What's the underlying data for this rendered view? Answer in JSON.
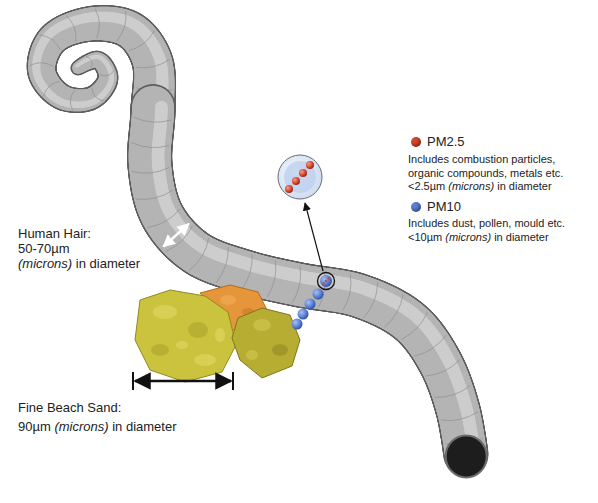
{
  "diagram": {
    "labels": [
      "Includes combustion particles, organic compounds, metals etc.",
      "<2.5µm",
      "(microns)",
      "in diameter",
      "Includes dust, pollen, mould etc.",
      "<10µm",
      "(microns)",
      "in diameter",
      "Human Hair:",
      "50-70µm",
      "(microns)",
      "in diameter",
      "Fine Beach Sand:",
      "90µm",
      "(microns)",
      "in diameter"
    ],
    "legend": [
      {
        "text": "PM2.5",
        "color": "#d9462b"
      },
      {
        "text": "PM10",
        "color": "#5a7fd6"
      }
    ]
  }
}
